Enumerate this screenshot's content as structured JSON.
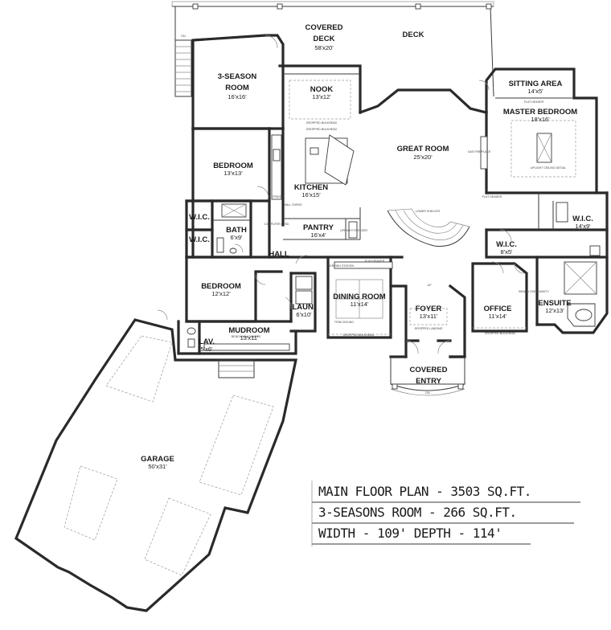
{
  "rooms": {
    "covered_deck": {
      "name": [
        "COVERED",
        "DECK"
      ],
      "dim": "58'x20'"
    },
    "deck": {
      "name": "DECK"
    },
    "three_season": {
      "name": [
        "3-SEASON",
        "ROOM"
      ],
      "dim": "16'x16'"
    },
    "nook": {
      "name": "NOOK",
      "dim": "13'x12'"
    },
    "sitting_area": {
      "name": "SITTING AREA",
      "dim": "14'x5'"
    },
    "master_bedroom": {
      "name": "MASTER BEDROOM",
      "dim": "18'x16'"
    },
    "great_room": {
      "name": "GREAT ROOM",
      "dim": "25'x20'"
    },
    "bedroom_1": {
      "name": "BEDROOM",
      "dim": "13'x13'"
    },
    "kitchen": {
      "name": "KITCHEN",
      "dim": "16'x15'"
    },
    "wic_1": {
      "name": "W.I.C."
    },
    "wic_2": {
      "name": "W.I.C."
    },
    "bath": {
      "name": "BATH",
      "dim": "6'x9'"
    },
    "pantry": {
      "name": "PANTRY",
      "dim": "16'x4'"
    },
    "hall": {
      "name": "HALL"
    },
    "wic_master": {
      "name": "W.I.C.",
      "dim": "14'x9'"
    },
    "wic_small": {
      "name": "W.I.C.",
      "dim": "8'x5'"
    },
    "bedroom_2": {
      "name": "BEDROOM",
      "dim": "12'x12'"
    },
    "dining_room": {
      "name": "DINING ROOM",
      "dim": "11'x14'"
    },
    "foyer": {
      "name": "FOYER",
      "dim": "13'x11'"
    },
    "office": {
      "name": "OFFICE",
      "dim": "11'x14'"
    },
    "ensuite": {
      "name": "ENSUITE",
      "dim": "12'x13'"
    },
    "laundry": {
      "name": "LAUN.",
      "dim": "6'x10'"
    },
    "mudroom": {
      "name": "MUDROOM",
      "dim": "13'x11'"
    },
    "lav": {
      "name": "LAV.",
      "dim": "5'x6'"
    },
    "covered_entry": {
      "name": [
        "COVERED",
        "ENTRY"
      ]
    },
    "garage": {
      "name": "GARAGE",
      "dim": "50'x31'"
    }
  },
  "notes": {
    "dropped_bulkhead": "DROPPED BULKHEAD",
    "flat_header": "FLAT HEADER",
    "fridge": "FRIDGE",
    "wall_ovens": "WALL OVENS",
    "computer_desk": "COMPUTER DESK",
    "upright_freezer": "UPRIGHT FREEZER",
    "lower_shelves": "LOWER SHELVES",
    "serving_station": "SERVING STATION",
    "trim_ceiling": "TRIM CEILING",
    "dropped_landing": "DROPPED LANDING",
    "bench_lockers": "BENCH W/ LOCKERS",
    "bench_over_vanity": "BENCH OVER VANITY",
    "uplight_ceiling": "UPLIGHT CEILING DETAIL",
    "gas_fireplace": "GAS FIREPLACE",
    "up": "UP",
    "dn": "DN"
  },
  "stats": [
    "MAIN FLOOR PLAN - 3503 SQ.FT.",
    "3-SEASONS ROOM - 266 SQ.FT.",
    "WIDTH - 109'  DEPTH - 114'"
  ]
}
